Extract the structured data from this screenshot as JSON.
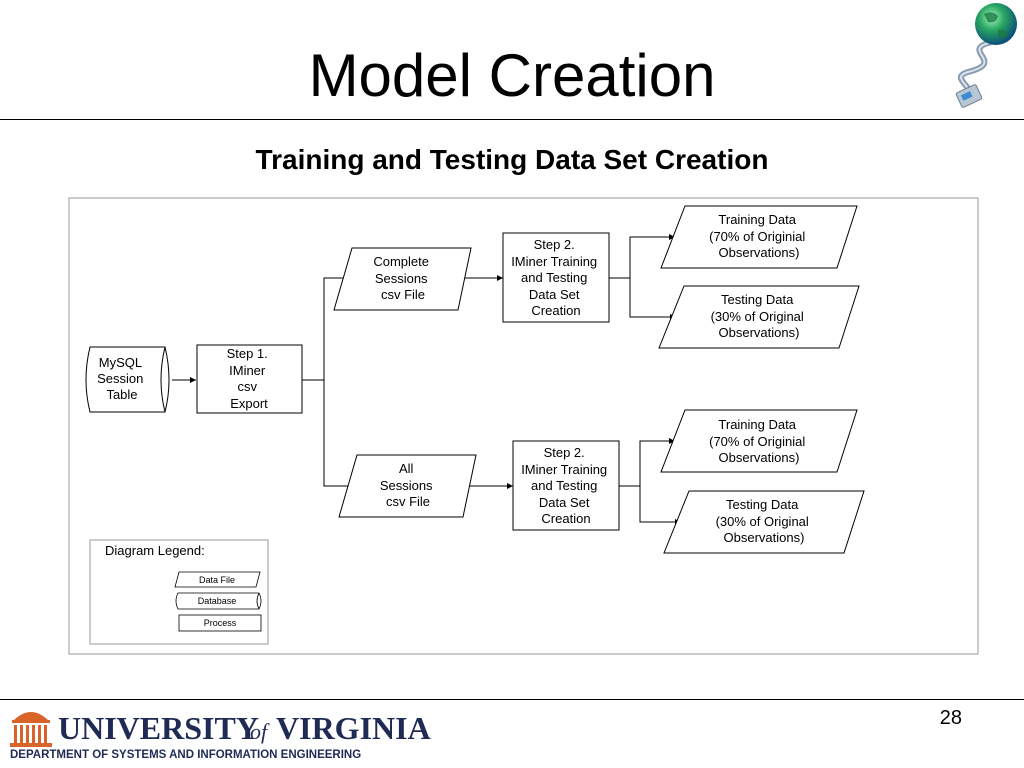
{
  "slide": {
    "title": "Model Creation",
    "subtitle": "Training and Testing Data Set Creation",
    "page_number": "28"
  },
  "diagram": {
    "nodes": {
      "mysql": [
        "MySQL",
        "Session",
        "Table"
      ],
      "step1": [
        "Step 1.",
        "IMiner",
        "csv",
        "Export"
      ],
      "complete_file": [
        "Complete",
        "Sessions",
        "csv File"
      ],
      "all_file": [
        "All",
        "Sessions",
        "csv File"
      ],
      "step2_top": [
        "Step 2.",
        "IMiner Training",
        "and Testing",
        "Data Set",
        "Creation"
      ],
      "step2_bottom": [
        "Step 2.",
        "IMiner Training",
        "and Testing",
        "Data Set",
        "Creation"
      ],
      "train_top": [
        "Training Data",
        "(70% of Originial",
        "Observations)"
      ],
      "test_top": [
        "Testing Data",
        "(30% of Original",
        "Observations)"
      ],
      "train_bottom": [
        "Training Data",
        "(70% of Originial",
        "Observations)"
      ],
      "test_bottom": [
        "Testing Data",
        "(30% of Original",
        "Observations)"
      ]
    },
    "legend": {
      "title": "Diagram Legend:",
      "data_file": "Data File",
      "database": "Database",
      "process": "Process"
    }
  },
  "footer": {
    "university_line1_a": "UNIVERSITY",
    "university_of": "of",
    "university_line1_b": "VIRGINIA",
    "department": "DEPARTMENT OF SYSTEMS AND INFORMATION ENGINEERING"
  },
  "colors": {
    "uva_orange": "#d8642a",
    "uva_navy": "#1f2a55"
  }
}
